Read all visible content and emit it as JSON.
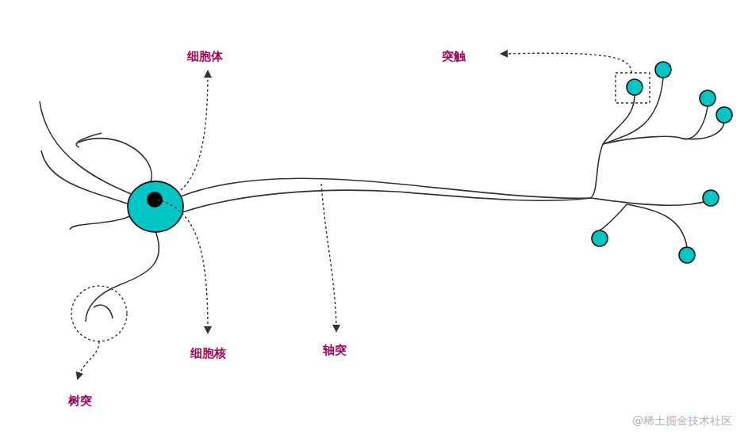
{
  "diagram": {
    "labels": [
      "细胞体",
      "突触",
      "细胞核",
      "轴突",
      "树突",
      "@稀土掘金技术社区"
    ]
  }
}
